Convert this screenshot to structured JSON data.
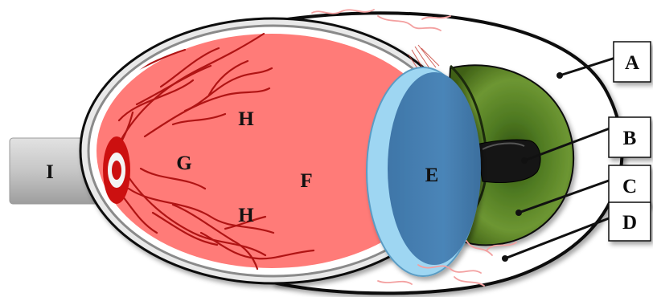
{
  "diagram": {
    "labels": {
      "A": "A",
      "B": "B",
      "C": "C",
      "D": "D",
      "E": "E",
      "F": "F",
      "G": "G",
      "H_top": "H",
      "H_bottom": "H",
      "I": "I"
    },
    "colors": {
      "background": "#ffffff",
      "sclera_fill": "#ffffff",
      "outline": "#111111",
      "eyeball_interior": "#ff7b78",
      "vessels": "#b01414",
      "iris": "#5f8a2c",
      "iris_dark": "#2f4f10",
      "pupil": "#151515",
      "lens": "#4a85b8",
      "lens_rim": "#9ed6f2",
      "optic_nerve": "#c9c9c9",
      "optic_disc": "#cc1010",
      "conjunctival_vessels": "#f3a0a0"
    }
  }
}
